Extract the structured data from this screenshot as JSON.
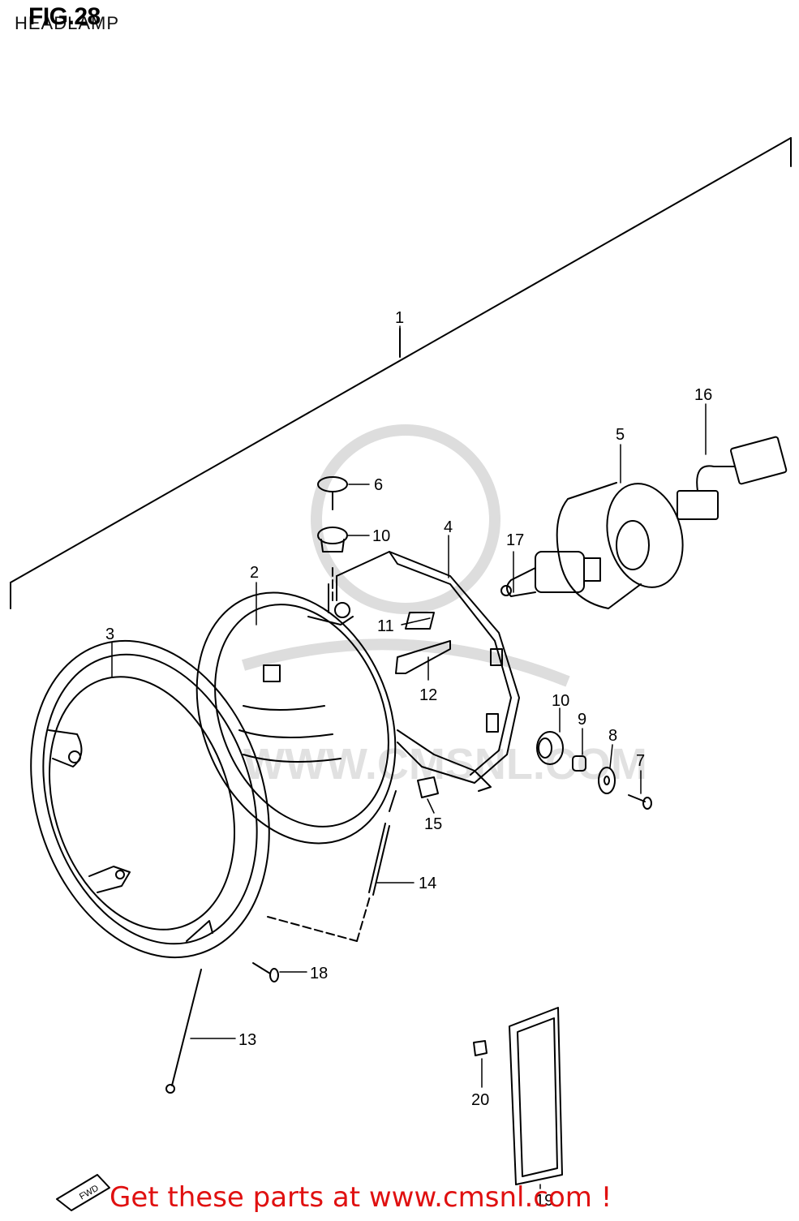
{
  "header": {
    "figure": "FIG.28",
    "title": "HEADLAMP"
  },
  "watermark": {
    "text": "WWW.CMSNL.COM"
  },
  "fwd_badge": {
    "label": "FWD"
  },
  "callouts": [
    "1",
    "2",
    "3",
    "4",
    "5",
    "6",
    "7",
    "8",
    "9",
    "10",
    "10",
    "11",
    "12",
    "13",
    "14",
    "15",
    "16",
    "17",
    "18",
    "19",
    "20"
  ],
  "footer": {
    "promo": "Get these parts at www.cmsnl.com !"
  },
  "colors": {
    "promo": "#e01010",
    "line": "#000000",
    "watermark": "#d9d9d9"
  }
}
